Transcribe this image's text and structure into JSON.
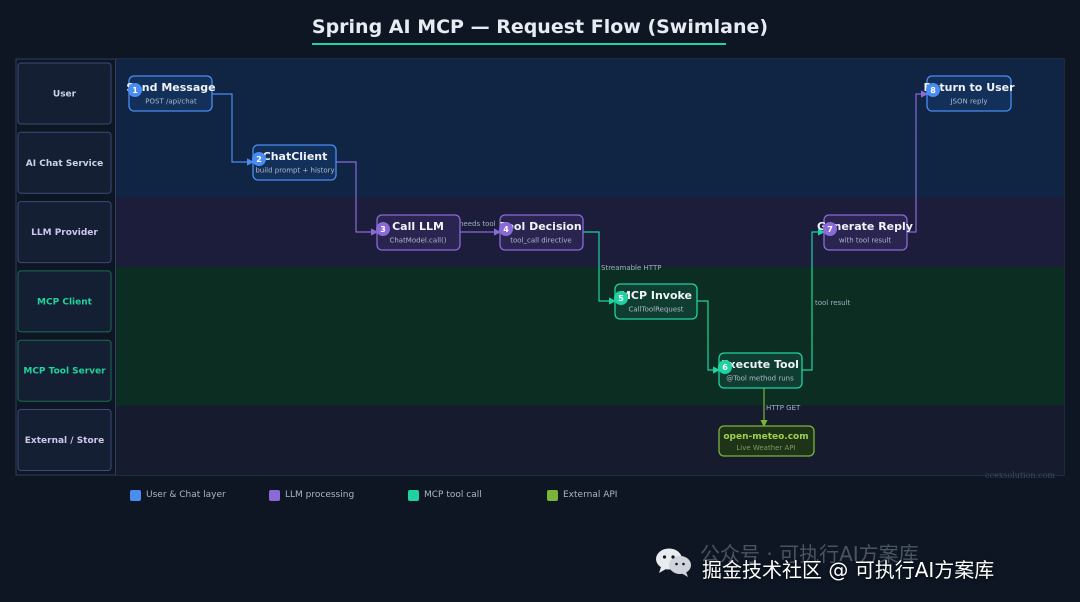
{
  "title": "Spring AI MCP  —  Request Flow (Swimlane)",
  "colors": {
    "blue": "#4a8cf0",
    "purple": "#8a6ad6",
    "green": "#1fd3a0",
    "lime": "#7ab53a"
  },
  "lanes": [
    {
      "label": "User",
      "color": "#c9d3ea",
      "bg": "#102544"
    },
    {
      "label": "AI Chat Service",
      "color": "#c9d3ea",
      "bg": "#102544"
    },
    {
      "label": "LLM Provider",
      "color": "#cfc6ee",
      "bg": "#1b1d3a"
    },
    {
      "label": "MCP Client",
      "color": "#22d39b",
      "bg": "#0c2d22"
    },
    {
      "label": "MCP Tool Server",
      "color": "#22d39b",
      "bg": "#0c2d22"
    },
    {
      "label": "External / Store",
      "color": "#cfc6ee",
      "bg": "#171b2e"
    }
  ],
  "nodes": [
    {
      "num": "1",
      "title": "Send Message",
      "sub": "POST /api/chat",
      "kind": "blue"
    },
    {
      "num": "2",
      "title": "ChatClient",
      "sub": "build prompt + history",
      "kind": "blue"
    },
    {
      "num": "3",
      "title": "Call LLM",
      "sub": "ChatModel.call()",
      "kind": "purple"
    },
    {
      "num": "4",
      "title": "Tool Decision",
      "sub": "tool_call directive",
      "kind": "purple"
    },
    {
      "num": "5",
      "title": "MCP Invoke",
      "sub": "CallToolRequest",
      "kind": "green"
    },
    {
      "num": "6",
      "title": "Execute Tool",
      "sub": "@Tool method runs",
      "kind": "green"
    },
    {
      "num": "7",
      "title": "Generate Reply",
      "sub": "with tool result",
      "kind": "purple"
    },
    {
      "num": "8",
      "title": "Return to User",
      "sub": "JSON reply",
      "kind": "blue"
    },
    {
      "num": "",
      "title": "open-meteo.com",
      "sub": "Live Weather API",
      "kind": "lime"
    }
  ],
  "edge_labels": {
    "needs_tool": "needs tool",
    "streamable": "Streamable HTTP",
    "tool_result": "tool result",
    "http_get": "HTTP GET"
  },
  "legend": [
    {
      "label": "User & Chat layer",
      "color": "#4a8cf0"
    },
    {
      "label": "LLM processing",
      "color": "#8a6ad6"
    },
    {
      "label": "MCP tool call",
      "color": "#1fd3a0"
    },
    {
      "label": "External API",
      "color": "#7ab53a"
    }
  ],
  "watermark": {
    "domain": "ccexsolution.com",
    "ghost": "公众号 · 可执行AI方案库",
    "text": "掘金技术社区 @ 可执行AI方案库"
  }
}
